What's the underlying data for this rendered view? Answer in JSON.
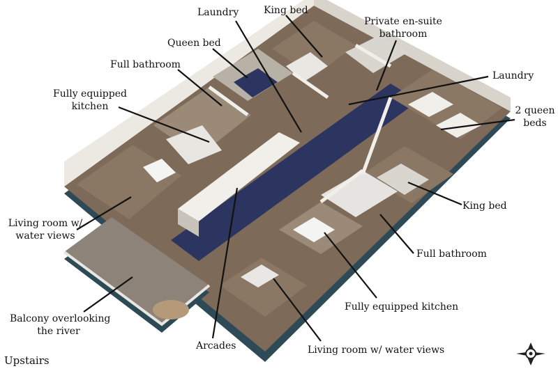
{
  "page_label": "Upstairs",
  "colors": {
    "wall": "#f1efea",
    "wall_side": "#c9c4bb",
    "base": "#2f4a57",
    "wood": "#7d6a58",
    "carpet": "#2c3560",
    "leader": "#111111"
  },
  "labels": {
    "laundry_left": "Laundry",
    "king_bed_top": "King bed",
    "private_bath_line1": "Private en-suite",
    "private_bath_line2": "bathroom",
    "queen_bed": "Queen bed",
    "full_bath_left": "Full bathroom",
    "kitchen_left_line1": "Fully equipped",
    "kitchen_left_line2": "kitchen",
    "laundry_right": "Laundry",
    "queen_beds_line1": "2 queen",
    "queen_beds_line2": "beds",
    "living_left_line1": "Living room w/",
    "living_left_line2": "water views",
    "king_bed_right": "King bed",
    "full_bath_right": "Full bathroom",
    "balcony_line1": "Balcony overlooking",
    "balcony_line2": "the river",
    "kitchen_right": "Fully equipped kitchen",
    "arcades": "Arcades",
    "living_right": "Living room w/ water views"
  },
  "icons": {
    "logo": "compass-badge-icon"
  }
}
